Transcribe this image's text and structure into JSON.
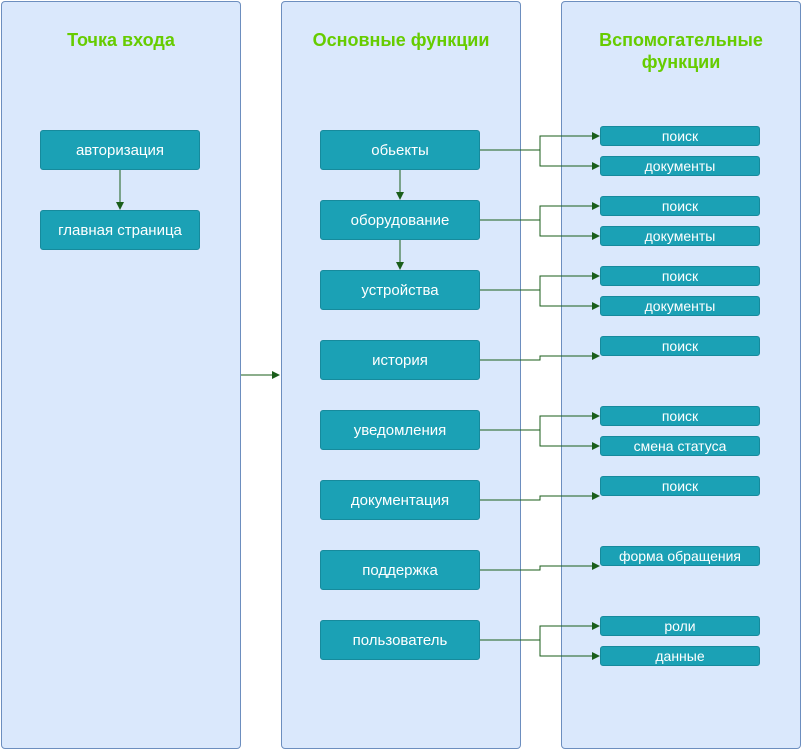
{
  "lanes": [
    {
      "title": "Точка входа"
    },
    {
      "title": "Основные функции"
    },
    {
      "title": "Вспомогательные функции"
    }
  ],
  "entry": {
    "auth": "авторизация",
    "home": "главная страница"
  },
  "main": [
    {
      "label": "обьекты",
      "subs": [
        "поиск",
        "документы"
      ]
    },
    {
      "label": "оборудование",
      "subs": [
        "поиск",
        "документы"
      ]
    },
    {
      "label": "устройства",
      "subs": [
        "поиск",
        "документы"
      ]
    },
    {
      "label": "история",
      "subs": [
        "поиск"
      ]
    },
    {
      "label": "уведомления",
      "subs": [
        "поиск",
        "смена статуса"
      ]
    },
    {
      "label": "документация",
      "subs": [
        "поиск"
      ]
    },
    {
      "label": "поддержка",
      "subs": [
        "форма обращения"
      ]
    },
    {
      "label": "пользователь",
      "subs": [
        "роли",
        "данные"
      ]
    }
  ],
  "colors": {
    "lane_fill": "#dae8fc",
    "lane_stroke": "#6c8ebf",
    "title": "#66cc00",
    "node_fill": "#1ba1b5",
    "edge": "#1a5e1a"
  }
}
